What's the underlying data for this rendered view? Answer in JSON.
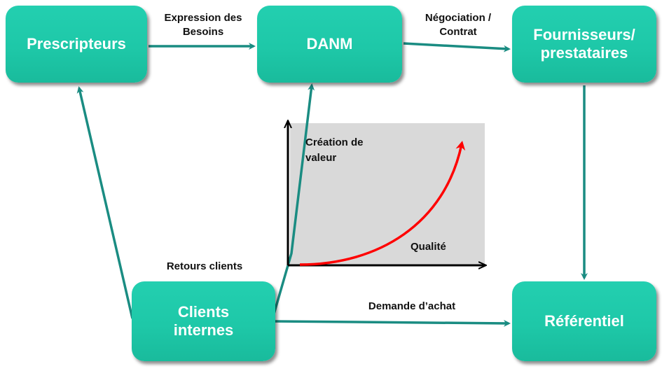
{
  "nodes": {
    "prescripteurs": "Prescripteurs",
    "danm": "DANM",
    "fournisseurs": "Fournisseurs/\nprestataires",
    "clients": "Clients\ninternes",
    "referentiel": "Référentiel"
  },
  "edge_labels": {
    "expression": "Expression des\nBesoins",
    "negociation": "Négociation /\nContrat",
    "retours": "Retours clients",
    "demande": "Demande d’achat"
  },
  "chart": {
    "y_label": "Création de\nvaleur",
    "x_label": "Qualité"
  },
  "colors": {
    "node_fill": "#1ec8a8",
    "connector": "#1a8c82",
    "curve": "#ff0000",
    "chart_bg": "#d9d9d9",
    "label_text": "#111111"
  }
}
